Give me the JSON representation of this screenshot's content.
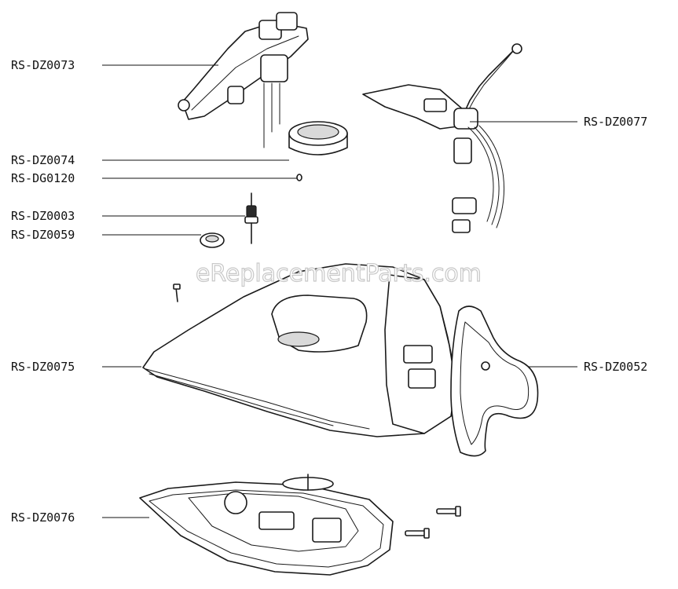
{
  "watermark": "eReplacementParts.com",
  "parts": {
    "handle_top": "RS-DZ0073",
    "cap": "RS-DZ0074",
    "oring": "RS-DG0120",
    "valve_pin": "RS-DZ0003",
    "seal_ring": "RS-DZ0059",
    "body": "RS-DZ0075",
    "soleplate": "RS-DZ0076",
    "cord_assembly": "RS-DZ0077",
    "rear_cover": "RS-DZ0052"
  }
}
